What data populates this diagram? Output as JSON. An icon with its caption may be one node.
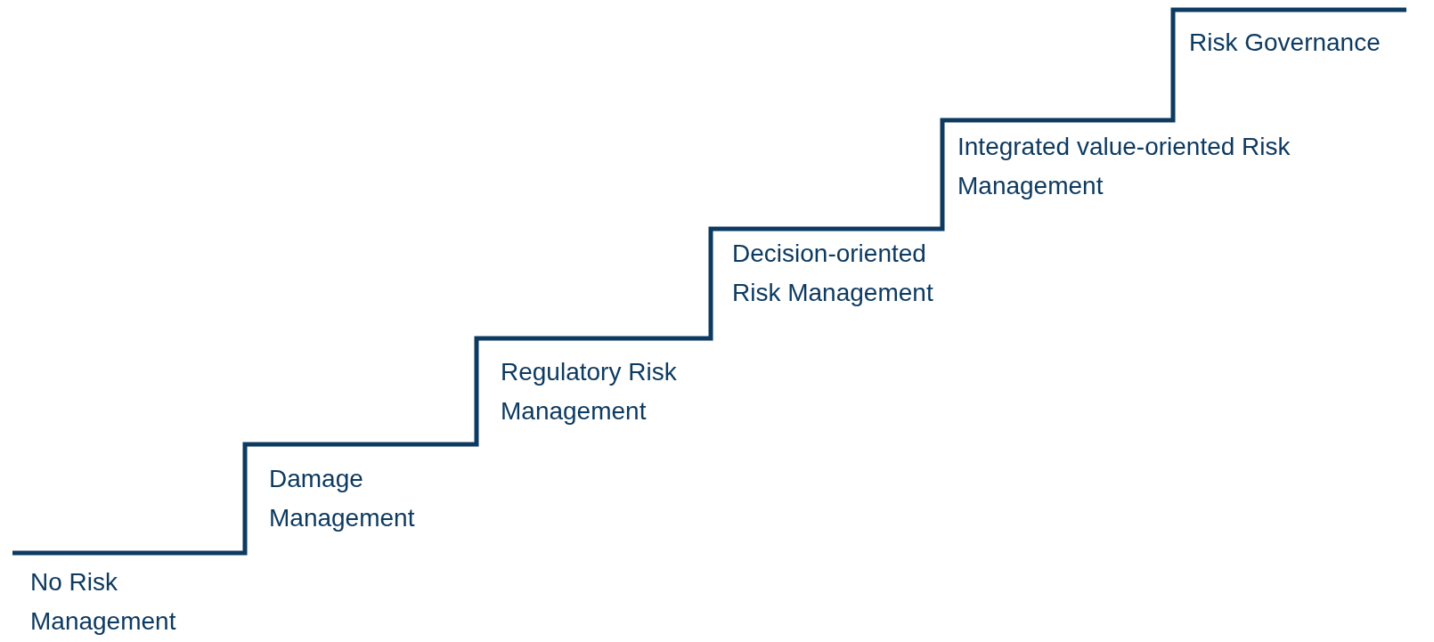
{
  "diagram": {
    "labels": [
      "No Risk Management",
      "Damage Management",
      "Regulatory Risk Management",
      "Decision-oriented Risk Management",
      "Integrated value-oriented Risk Management",
      "Risk Governance"
    ]
  }
}
